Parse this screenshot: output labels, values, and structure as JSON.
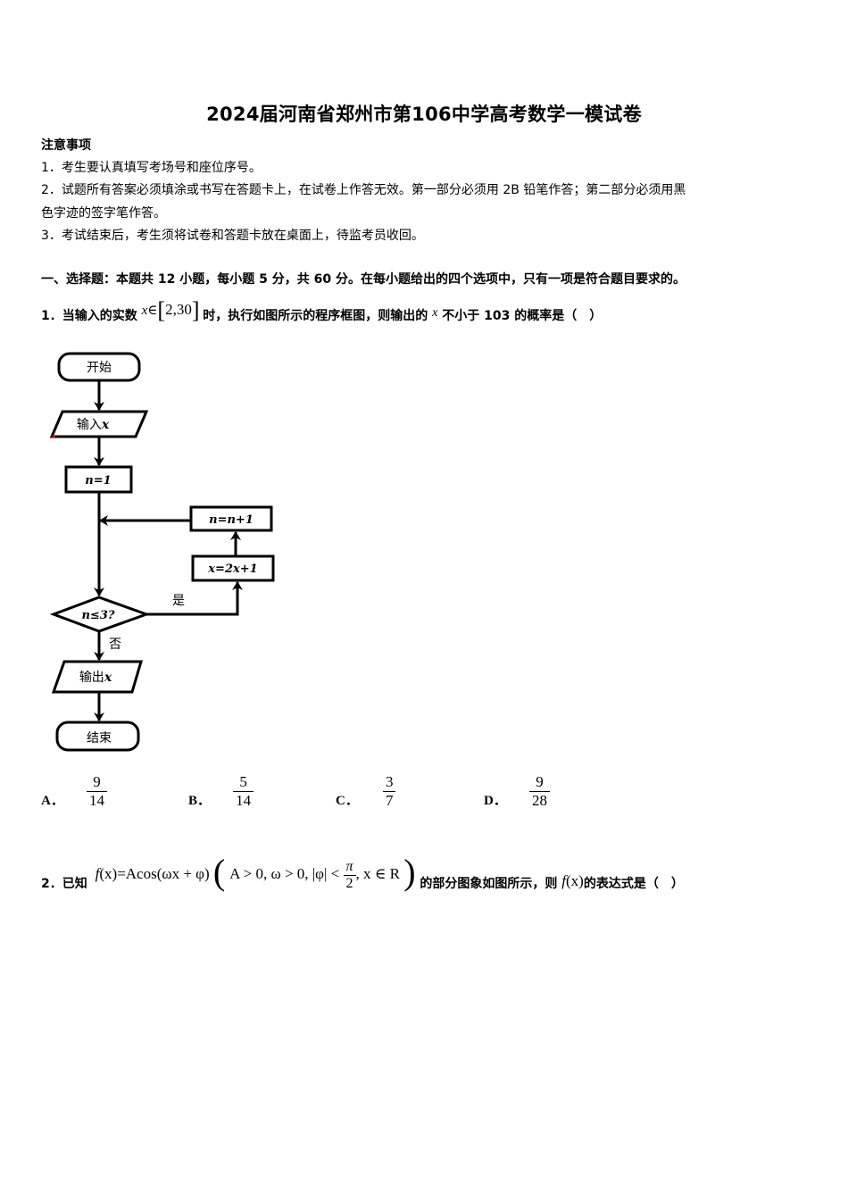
{
  "header": {
    "title": "2024届河南省郑州市第106中学高考数学一模试卷"
  },
  "notice": {
    "heading": "注意事项",
    "items": [
      "1．考生要认真填写考场号和座位序号。",
      "2．试题所有答案必须填涂或书写在答题卡上，在试卷上作答无效。第一部分必须用 2B 铅笔作答；第二部分必须用黑",
      "色字迹的签字笔作答。",
      "3．考试结束后，考生须将试卷和答题卡放在桌面上，待监考员收回。"
    ]
  },
  "section1": {
    "heading": "一、选择题：本题共 12 小题，每小题 5 分，共 60 分。在每小题给出的四个选项中，只有一项是符合题目要求的。"
  },
  "q1": {
    "prefix": "1．当输入的实数",
    "var_x": "x",
    "in_symbol": "∈",
    "interval_open": "[",
    "interval": "2,30",
    "interval_close": "]",
    "middle": "时，执行如图所示的程序框图，则输出的",
    "var_x2": "x",
    "suffix": "不小于 103 的概率是（　）",
    "flowchart": {
      "start": "开始",
      "input_label": "输入",
      "input_var": "x",
      "init": "n=1",
      "update_n": "n=n+1",
      "update_x": "x=2x+1",
      "condition": "n≤3?",
      "yes": "是",
      "no": "否",
      "output_label": "输出",
      "output_var": "x",
      "end": "结束"
    },
    "options": [
      {
        "label": "A．",
        "num": "9",
        "den": "14"
      },
      {
        "label": "B．",
        "num": "5",
        "den": "14"
      },
      {
        "label": "C．",
        "num": "3",
        "den": "7"
      },
      {
        "label": "D．",
        "num": "9",
        "den": "28"
      }
    ]
  },
  "q2": {
    "prefix": "2．已知",
    "func": "f",
    "func_arg": "(x)",
    "eq": "=Acos(ωx + φ)",
    "cond_a": "A > 0, ω > 0, |φ| <",
    "pi": "π",
    "two": "2",
    "cond_b": ", x ∈ R",
    "middle": "的部分图象如图所示，则",
    "func2": "f",
    "func2_arg": "(x)",
    "suffix": "的表达式是（　）"
  }
}
